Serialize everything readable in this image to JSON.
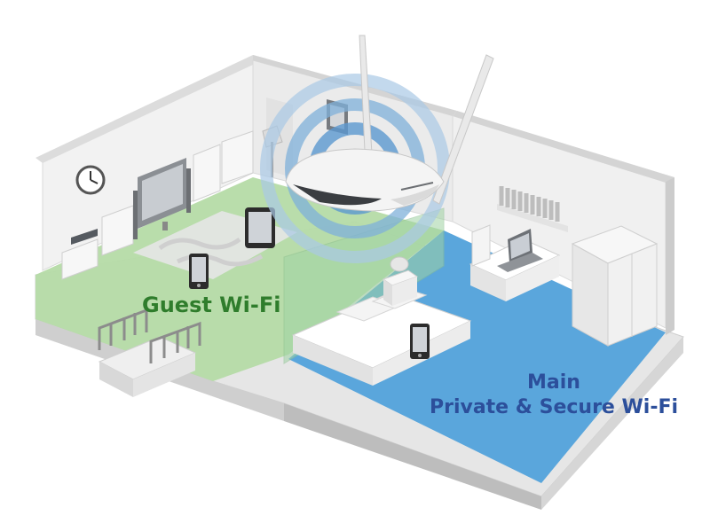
{
  "labels": {
    "guest": "Guest Wi-Fi",
    "main_line1": "Main",
    "main_line2": "Private & Secure Wi-Fi"
  },
  "colors": {
    "guest_zone": "#b5dba6",
    "main_zone": "#5aa6dc",
    "guest_text": "#2f7d2c",
    "main_text": "#2c4f9b",
    "signal_rings": "#6ea6d3"
  },
  "icons": {
    "router": "wifi-router-icon",
    "clock": "wall-clock-icon",
    "tv": "tv-icon",
    "laptop": "laptop-icon",
    "tablet": "tablet-icon",
    "phone": "smartphone-icon",
    "bed": "bed-icon",
    "wardrobe": "wardrobe-icon"
  }
}
